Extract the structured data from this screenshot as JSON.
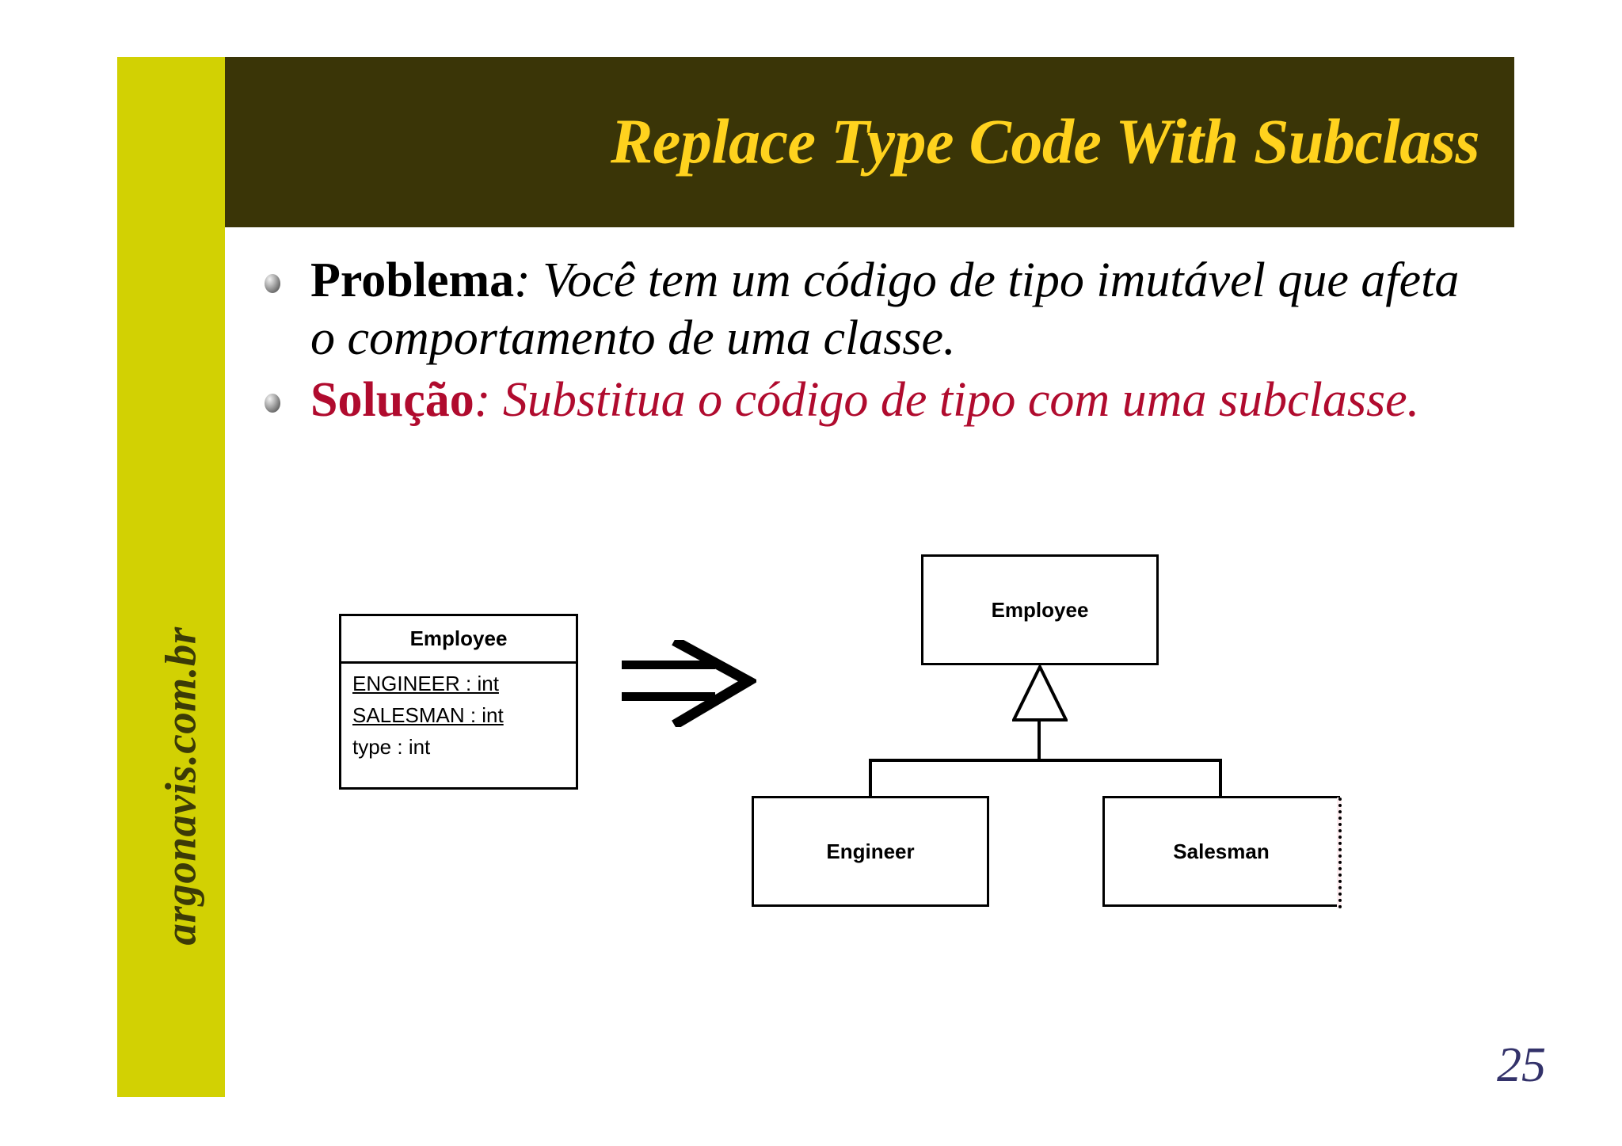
{
  "slide": {
    "title": "Replace Type Code With Subclass",
    "page_number": "25",
    "sidebar_label": "argonavis.com.br",
    "colors": {
      "sidebar": "#d2d103",
      "titlebar": "#3a3507",
      "title_text": "#ffd21e",
      "solution_text": "#b00b2e",
      "page_number": "#33326a",
      "body_text": "#000000"
    }
  },
  "bullets": [
    {
      "lead": "Problema",
      "rest": ": Você tem um código de tipo imutável que afeta o comportamento de uma classe.",
      "style": "problem"
    },
    {
      "lead": "Solução",
      "rest": ": Substitua o código de tipo com uma subclasse.",
      "style": "solution"
    }
  ],
  "diagram": {
    "arrow_glyph": "double-right-arrow",
    "before": {
      "class_name": "Employee",
      "attributes": [
        {
          "text": "ENGINEER : int",
          "static": true
        },
        {
          "text": "SALESMAN : int",
          "static": true
        },
        {
          "text": "type : int",
          "static": false
        }
      ]
    },
    "after": {
      "superclass": "Employee",
      "subclasses": [
        "Engineer",
        "Salesman"
      ],
      "relationship": "generalization"
    }
  }
}
